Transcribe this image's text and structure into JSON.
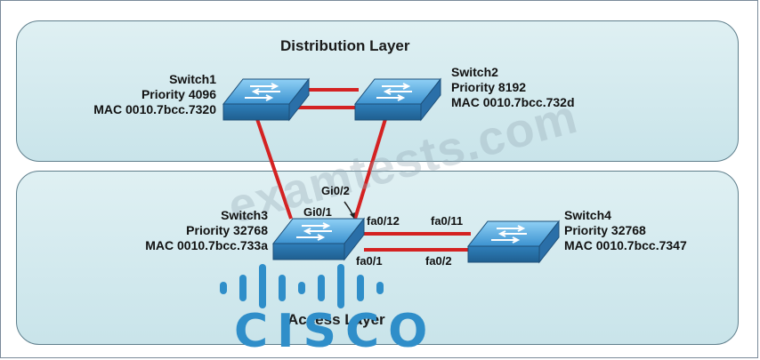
{
  "layers": {
    "distribution": "Distribution Layer",
    "access": "Access Layer"
  },
  "switches": {
    "switch1": {
      "name": "Switch1",
      "priority": "Priority 4096",
      "mac": "MAC 0010.7bcc.7320"
    },
    "switch2": {
      "name": "Switch2",
      "priority": "Priority 8192",
      "mac": "MAC 0010.7bcc.732d"
    },
    "switch3": {
      "name": "Switch3",
      "priority": "Priority 32768",
      "mac": "MAC 0010.7bcc.733a"
    },
    "switch4": {
      "name": "Switch4",
      "priority": "Priority 32768",
      "mac": "MAC 0010.7bcc.7347"
    }
  },
  "ports": {
    "gi02": "Gi0/2",
    "gi01": "Gi0/1",
    "fa012": "fa0/12",
    "fa011": "fa0/11",
    "fa01": "fa0/1",
    "fa02": "fa0/2"
  },
  "watermark": "examtests.com",
  "logo": "CISCO",
  "colors": {
    "link": "#d42222",
    "switch_top": "#4a9bd6",
    "switch_side": "#2a6fa8",
    "logo": "#2f8ec9"
  }
}
